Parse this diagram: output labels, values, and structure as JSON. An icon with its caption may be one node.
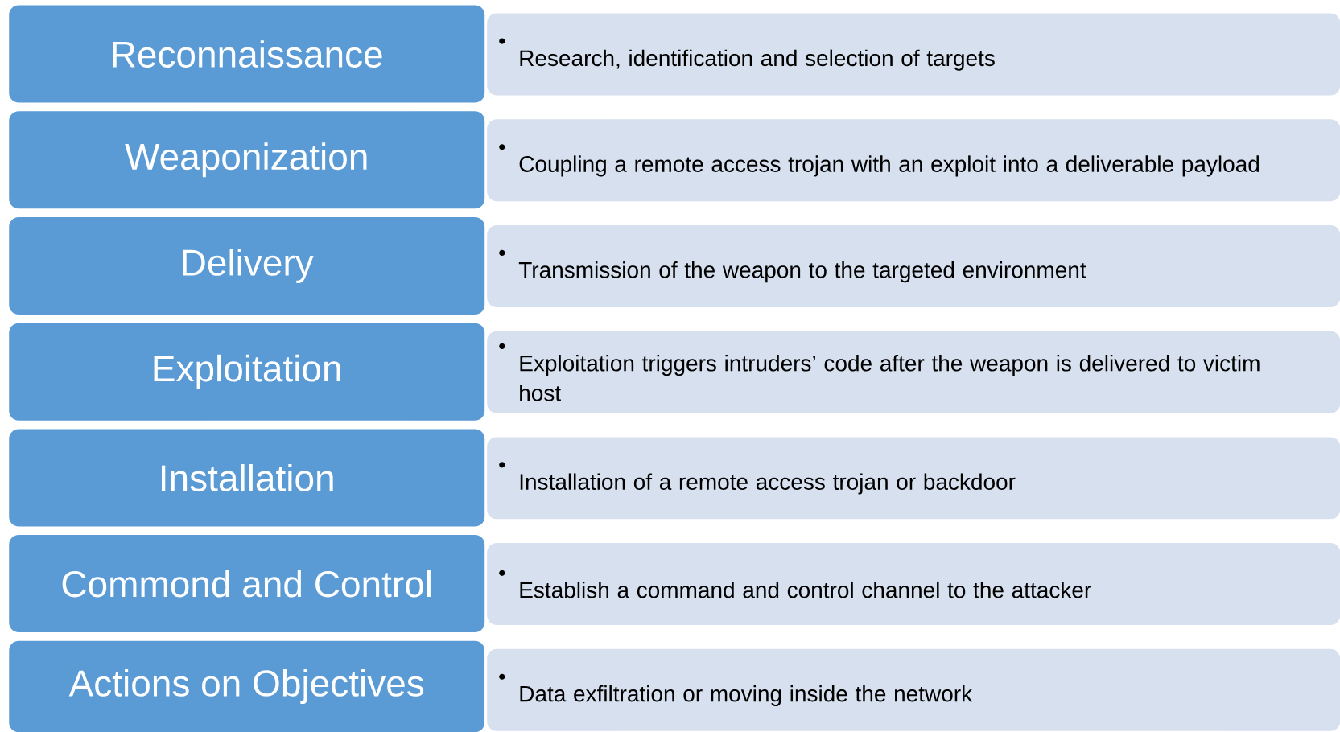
{
  "diagram": {
    "nodes": [
      {
        "text": [
          "Reconnaissance"
        ]
      },
      {
        "text": [
          "Research, identification and selection of targets"
        ]
      },
      {
        "text": [
          "Weaponization"
        ]
      },
      {
        "text": [
          "Coupling a remote access trojan with an exploit into a deliverable payload"
        ]
      },
      {
        "text": [
          "Delivery"
        ]
      },
      {
        "text": [
          "Transmission of the weapon to the targeted environment"
        ]
      },
      {
        "text": [
          "Exploitation"
        ]
      },
      {
        "text": [
          "Exploitation triggers intruders’ code after the weapon is delivered to victim host"
        ]
      },
      {
        "text": [
          "Installation"
        ]
      },
      {
        "text": [
          "Installation of a remote access trojan or backdoor"
        ]
      },
      {
        "text": [
          "Commond and Control"
        ]
      },
      {
        "text": [
          "Establish a command and control channel to the attacker"
        ]
      },
      {
        "text": [
          "Actions on Objectives"
        ]
      },
      {
        "text": [
          "Data exfiltration or moving inside the network"
        ]
      }
    ]
  }
}
